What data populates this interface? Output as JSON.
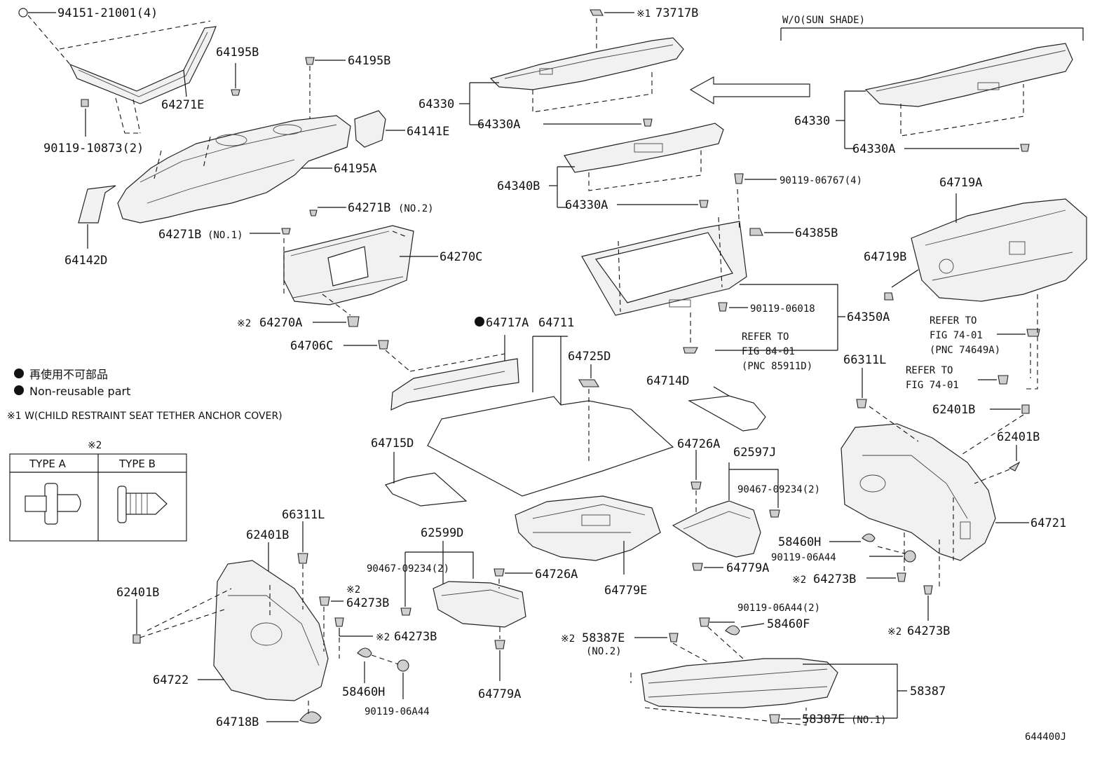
{
  "labels": {
    "p94151": "94151-21001(4)",
    "p64195B_a": "64195B",
    "p64195B_b": "64195B",
    "p64271E": "64271E",
    "p90119_10873": "90119-10873(2)",
    "p64141E": "64141E",
    "p64195A": "64195A",
    "p64142D": "64142D",
    "p64271B_no2": "64271B",
    "p64271B_no2_note": "(NO.2)",
    "p64271B_no1": "64271B",
    "p64271B_no1_note": "(NO.1)",
    "p64270C": "64270C",
    "p64270A": "64270A",
    "p64706C": "64706C",
    "p73717B": "73717B",
    "p64330_left": "64330",
    "p64330A_1": "64330A",
    "p64340B": "64340B",
    "p64330A_2": "64330A",
    "p90119_06767": "90119-06767(4)",
    "p64385B": "64385B",
    "p90119_06018": "90119-06018",
    "p64350A": "64350A",
    "refer84_1": "REFER TO",
    "refer84_2": "FIG 84-01",
    "refer84_3": "(PNC 85911D)",
    "wo_sunshade": "W/O(SUN SHADE)",
    "p64330_right": "64330",
    "p64330A_right": "64330A",
    "p64719A": "64719A",
    "p64719B": "64719B",
    "refer74a_1": "REFER TO",
    "refer74a_2": "FIG 74-01",
    "refer74a_3": "(PNC 74649A)",
    "refer74b_1": "REFER TO",
    "refer74b_2": "FIG 74-01",
    "p66311L_right": "66311L",
    "p62401B_r1": "62401B",
    "p62401B_r2": "62401B",
    "p64721": "64721",
    "p58460H_right": "58460H",
    "p90119_06A44_right": "90119-06A44",
    "p64273B_r1": "64273B",
    "p64273B_r2": "64273B",
    "p64717A": "64717A",
    "p64711": "64711",
    "p64725D": "64725D",
    "p64714D": "64714D",
    "p64715D": "64715D",
    "p64726A_upper": "64726A",
    "p62597J": "62597J",
    "p90467_upper": "90467-09234(2)",
    "p64779A_right": "64779A",
    "p64779E": "64779E",
    "p62599D": "62599D",
    "p90467_lower": "90467-09234(2)",
    "p64726A_lower": "64726A",
    "p64779A_lower": "64779A",
    "p66311L_left": "66311L",
    "p62401B_l1": "62401B",
    "p62401B_l2": "62401B",
    "p64273B_l1": "64273B",
    "p64273B_l2": "64273B",
    "p64722": "64722",
    "p58460H_left": "58460H",
    "p90119_06A44_left": "90119-06A44",
    "p64718B": "64718B",
    "p90119_06A44_2": "90119-06A44(2)",
    "p58460F": "58460F",
    "p58387E_no2": "58387E",
    "p58387E_no2_note": "(NO.2)",
    "p58387": "58387",
    "p58387E_no1": "58387E",
    "p58387E_no1_note": "(NO.1)",
    "mark1": "※1",
    "mark2": "※2",
    "diagram_id": "644400J"
  },
  "legend": {
    "nonreusable_jp": "再使用不可部品",
    "nonreusable_en": "Non-reusable part",
    "note1": "※1 W(CHILD RESTRAINT SEAT TETHER ANCHOR COVER)",
    "type_table_mark": "※2",
    "type_a": "TYPE A",
    "type_b": "TYPE B"
  },
  "colors": {
    "line": "#111111",
    "fill": "#f1f1f1"
  }
}
